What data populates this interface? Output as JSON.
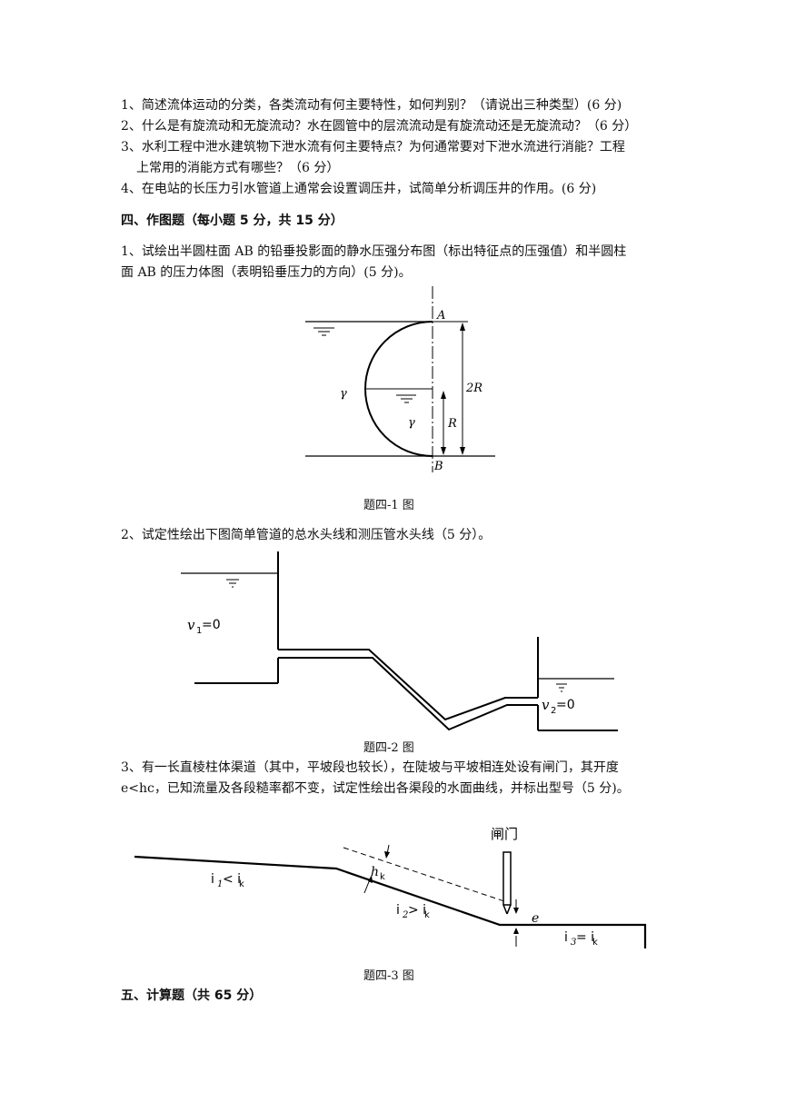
{
  "questions_part3": [
    "1、简述流体运动的分类，各类流动有何主要特性，如何判别？（请说出三种类型）(6 分)",
    "2、什么是有旋流动和无旋流动？水在圆管中的层流流动是有旋流动还是无旋流动？（6 分）",
    "3、水利工程中泄水建筑物下泄水流有何主要特点？为何通常要对下泄水流进行消能？工程",
    "上常用的消能方式有哪些？（6 分）",
    "4、在电站的长压力引水管道上通常会设置调压井，试简单分析调压井的作用。(6 分)"
  ],
  "section4": {
    "heading": "四、作图题（每小题 5 分，共 15 分）",
    "q1_line1": "1、试绘出半圆柱面 AB 的铅垂投影面的静水压强分布图（标出特征点的压强值）和半圆柱",
    "q1_line2": "面 AB 的压力体图（表明铅垂压力的方向）(5 分)。",
    "fig1": {
      "label_A": "A",
      "label_B": "B",
      "label_2R": "2R",
      "label_R": "R",
      "gamma_left": "γ",
      "gamma_right": "γ",
      "caption": "题四-1 图"
    },
    "q2_line": "2、试定性绘出下图简单管道的总水头线和测压管水头线（5 分）。",
    "fig2": {
      "v1": "v",
      "v1_sub": "1",
      "v1_eq": "=0",
      "v2": "v",
      "v2_sub": "2",
      "v2_eq": "=0",
      "caption": "题四-2 图"
    },
    "q3_line1": "3、有一长直棱柱体渠道（其中，平坡段也较长），在陡坡与平坡相连处设有闸门，其开度",
    "q3_line2": "e<hc，已知流量及各段糙率都不变，试定性绘出各渠段的水面曲线，并标出型号（5 分)。",
    "fig3": {
      "gate": "闸门",
      "hk": "h",
      "hk_sub": "k",
      "e": "e",
      "i1": "i",
      "i1_sub": "1",
      "i1_rel": "< i",
      "i1_k": "k",
      "i2": "i",
      "i2_sub": "2",
      "i2_rel": "> i",
      "i2_k": "k",
      "i3": "i",
      "i3_sub": "3",
      "i3_rel": "= i",
      "i3_k": "k",
      "caption": "题四-3 图"
    }
  },
  "section5": {
    "heading": "五、计算题（共 65 分）"
  }
}
